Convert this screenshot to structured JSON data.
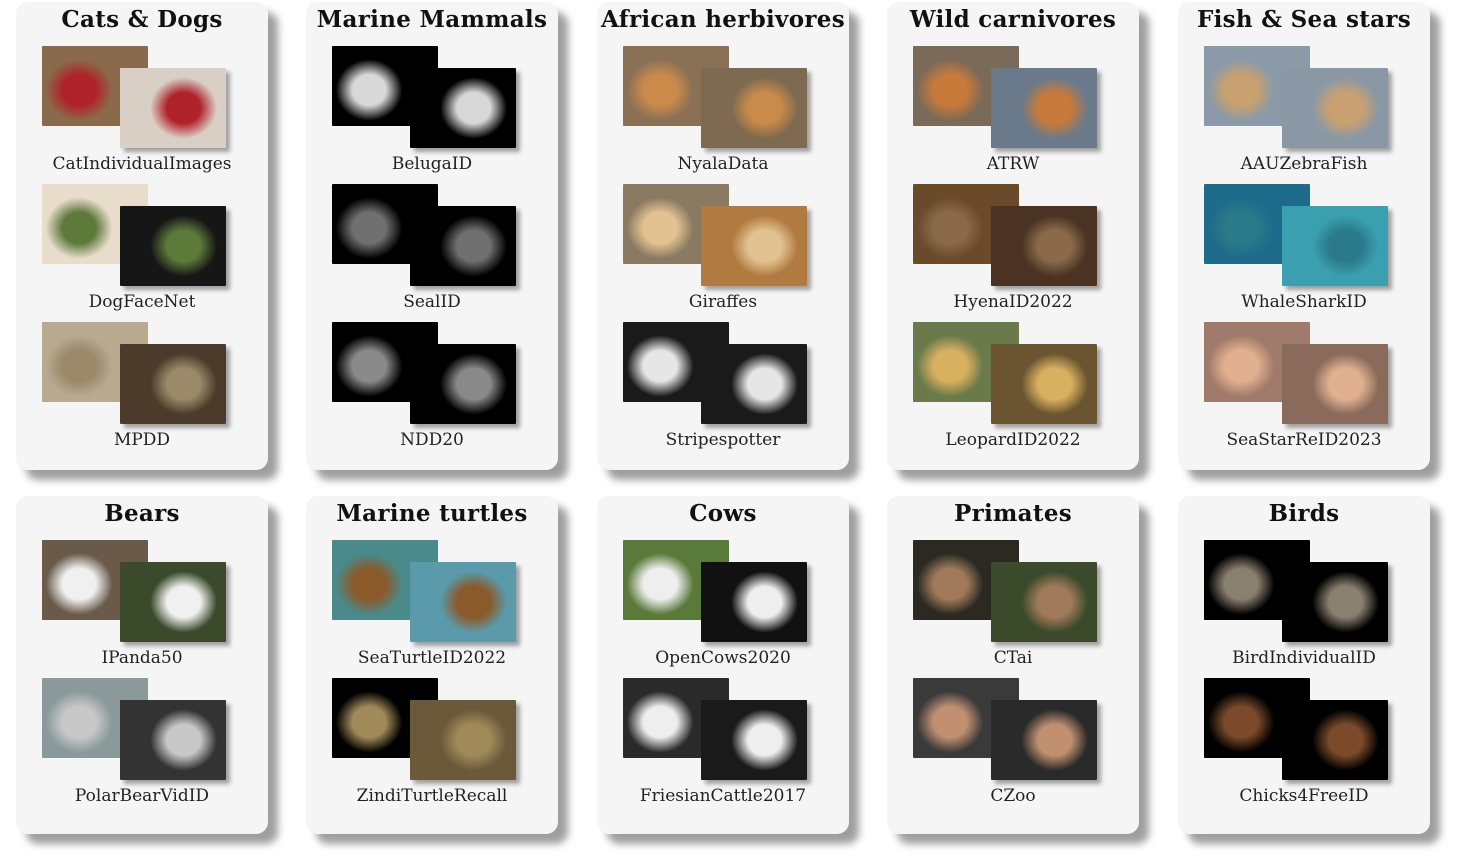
{
  "panels": [
    {
      "title": "Cats & Dogs",
      "datasets": [
        {
          "name": "CatIndividualImages",
          "back": "#8a6a4a",
          "front": "#d9cfc4",
          "front_detail": "#b0222a"
        },
        {
          "name": "DogFaceNet",
          "back": "#e8dccb",
          "front": "#161616",
          "front_detail": "#5d7a3a"
        },
        {
          "name": "MPDD",
          "back": "#b9a98f",
          "front": "#4a3b2a",
          "front_detail": "#9a8a6a"
        }
      ]
    },
    {
      "title": "Marine Mammals",
      "datasets": [
        {
          "name": "BelugaID",
          "back": "#000000",
          "front": "#000000",
          "front_detail": "#d8d8d8"
        },
        {
          "name": "SealID",
          "back": "#000000",
          "front": "#000000",
          "front_detail": "#707070"
        },
        {
          "name": "NDD20",
          "back": "#000000",
          "front": "#000000",
          "front_detail": "#8a8a8a"
        }
      ]
    },
    {
      "title": "African herbivores",
      "datasets": [
        {
          "name": "NyalaData",
          "back": "#8a7055",
          "front": "#7e6a50",
          "front_detail": "#c98a4a"
        },
        {
          "name": "Giraffes",
          "back": "#8a7a62",
          "front": "#b07a40",
          "front_detail": "#e2c290"
        },
        {
          "name": "Stripespotter",
          "back": "#1a1a1a",
          "front": "#1a1a1a",
          "front_detail": "#e6e6e6"
        }
      ]
    },
    {
      "title": "Wild carnivores",
      "datasets": [
        {
          "name": "ATRW",
          "back": "#7c6a58",
          "front": "#6a7a8a",
          "front_detail": "#c87a3a"
        },
        {
          "name": "HyenaID2022",
          "back": "#6a4a2a",
          "front": "#4a3322",
          "front_detail": "#8a6a4a"
        },
        {
          "name": "LeopardID2022",
          "back": "#6a7a4a",
          "front": "#6a5530",
          "front_detail": "#d9b060"
        }
      ]
    },
    {
      "title": "Fish & Sea stars",
      "datasets": [
        {
          "name": "AAUZebraFish",
          "back": "#8a9aa8",
          "front": "#8a98a6",
          "front_detail": "#c9a070"
        },
        {
          "name": "WhaleSharkID",
          "back": "#1e6a8a",
          "front": "#3aa0b0",
          "front_detail": "#2a7a8a"
        },
        {
          "name": "SeaStarReID2023",
          "back": "#a07a6a",
          "front": "#8a6a5a",
          "front_detail": "#e0b090"
        }
      ]
    },
    {
      "title": "Bears",
      "datasets": [
        {
          "name": "IPanda50",
          "back": "#6a5a4a",
          "front": "#3a4a2a",
          "front_detail": "#f0f0f0"
        },
        {
          "name": "PolarBearVidID",
          "back": "#8a9a9a",
          "front": "#333333",
          "front_detail": "#c8c8c8"
        }
      ]
    },
    {
      "title": "Marine turtles",
      "datasets": [
        {
          "name": "SeaTurtleID2022",
          "back": "#4a8a8a",
          "front": "#5a9aaa",
          "front_detail": "#8a5a2a"
        },
        {
          "name": "ZindiTurtleRecall",
          "back": "#000000",
          "front": "#6a5a3a",
          "front_detail": "#a08a5a"
        }
      ]
    },
    {
      "title": "Cows",
      "datasets": [
        {
          "name": "OpenCows2020",
          "back": "#5a7a3a",
          "front": "#111111",
          "front_detail": "#eeeeee"
        },
        {
          "name": "FriesianCattle2017",
          "back": "#2a2a2a",
          "front": "#1a1a1a",
          "front_detail": "#eeeeee"
        }
      ]
    },
    {
      "title": "Primates",
      "datasets": [
        {
          "name": "CTai",
          "back": "#2a2a22",
          "front": "#3a4a2a",
          "front_detail": "#a07a5a"
        },
        {
          "name": "CZoo",
          "back": "#3a3a3a",
          "front": "#2a2a2a",
          "front_detail": "#c09070"
        }
      ]
    },
    {
      "title": "Birds",
      "datasets": [
        {
          "name": "BirdIndividualID",
          "back": "#000000",
          "front": "#000000",
          "front_detail": "#8a8070"
        },
        {
          "name": "Chicks4FreeID",
          "back": "#000000",
          "front": "#000000",
          "front_detail": "#7a4a2a"
        }
      ]
    }
  ]
}
